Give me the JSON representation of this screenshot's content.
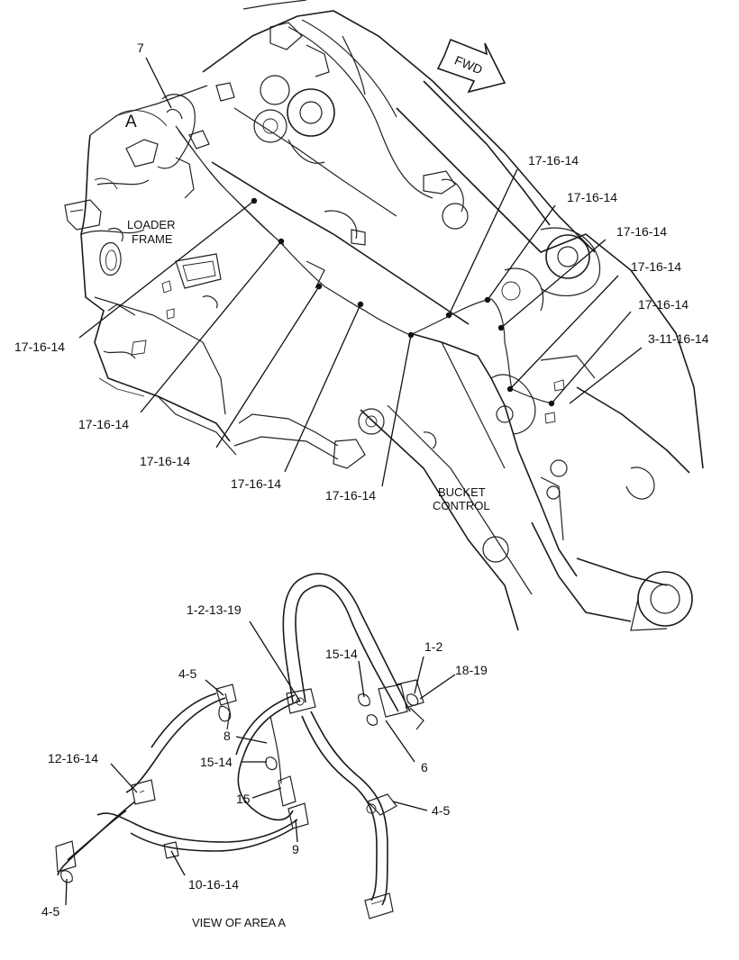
{
  "view_main": {
    "fwd_label": "FWD",
    "area_marker": "A",
    "loader_frame": [
      "LOADER",
      "FRAME"
    ],
    "bucket_control": [
      "BUCKET",
      "CONTROL"
    ],
    "callouts": [
      {
        "id": "c7",
        "text": "7"
      },
      {
        "id": "c1",
        "text": "17-16-14"
      },
      {
        "id": "c2",
        "text": "17-16-14"
      },
      {
        "id": "c3",
        "text": "17-16-14"
      },
      {
        "id": "c4",
        "text": "17-16-14"
      },
      {
        "id": "c5",
        "text": "17-16-14"
      },
      {
        "id": "c6",
        "text": "17-16-14"
      },
      {
        "id": "c8",
        "text": "17-16-14"
      },
      {
        "id": "c9",
        "text": "17-16-14"
      },
      {
        "id": "c10",
        "text": "17-16-14"
      },
      {
        "id": "c11",
        "text": "17-16-14"
      },
      {
        "id": "c12",
        "text": "3-11-16-14"
      }
    ]
  },
  "view_a": {
    "caption": "VIEW OF AREA A",
    "callouts": [
      {
        "id": "a1",
        "text": "1-2-13-19"
      },
      {
        "id": "a2",
        "text": "15-14"
      },
      {
        "id": "a3",
        "text": "1-2"
      },
      {
        "id": "a4",
        "text": "18-19"
      },
      {
        "id": "a5",
        "text": "4-5"
      },
      {
        "id": "a6",
        "text": "8"
      },
      {
        "id": "a7",
        "text": "6"
      },
      {
        "id": "a8",
        "text": "12-16-14"
      },
      {
        "id": "a9",
        "text": "15-14"
      },
      {
        "id": "a10",
        "text": "15"
      },
      {
        "id": "a11",
        "text": "4-5"
      },
      {
        "id": "a12",
        "text": "9"
      },
      {
        "id": "a13",
        "text": "10-16-14"
      },
      {
        "id": "a14",
        "text": "4-5"
      }
    ]
  }
}
